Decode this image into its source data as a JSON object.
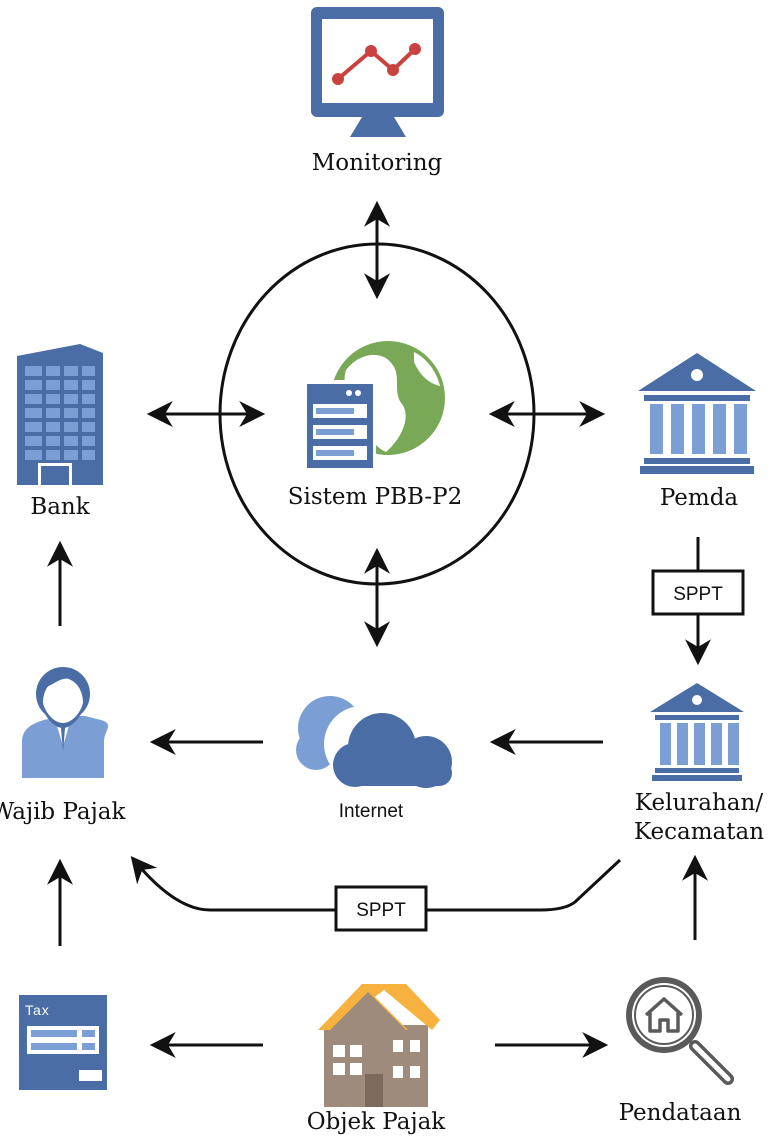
{
  "colors": {
    "icon_blue": "#4a6da6",
    "light_blue": "#7b9fd4",
    "globe_green": "#79a856",
    "chart_red": "#c9423f",
    "roof_orange": "#f6b13f",
    "wall_brown": "#9e8b7c",
    "arrow": "#111111"
  },
  "nodes": {
    "monitoring": {
      "label": "Monitoring",
      "icon": "monitor-chart-icon"
    },
    "system": {
      "label": "Sistem PBB-P2",
      "icon": "server-globe-icon"
    },
    "bank": {
      "label": "Bank",
      "icon": "bank-building-icon"
    },
    "pemda": {
      "label": "Pemda",
      "icon": "government-building-icon"
    },
    "internet": {
      "label": "Internet",
      "icon": "cloud-icon"
    },
    "wajib_pajak": {
      "label": "Wajib Pajak",
      "icon": "person-icon"
    },
    "kelurahan": {
      "label_line1": "Kelurahan/",
      "label_line2": "Kecamatan",
      "icon": "government-building-icon"
    },
    "tax_form": {
      "label": "Tax",
      "icon": "tax-document-icon"
    },
    "objek_pajak": {
      "label": "Objek Pajak",
      "icon": "house-icon"
    },
    "pendataan": {
      "label": "Pendataan",
      "icon": "magnifier-house-icon"
    }
  },
  "edges": {
    "pemda_to_kelurahan": {
      "label": "SPPT"
    },
    "kelurahan_to_wajib_pajak": {
      "label": "SPPT"
    }
  }
}
